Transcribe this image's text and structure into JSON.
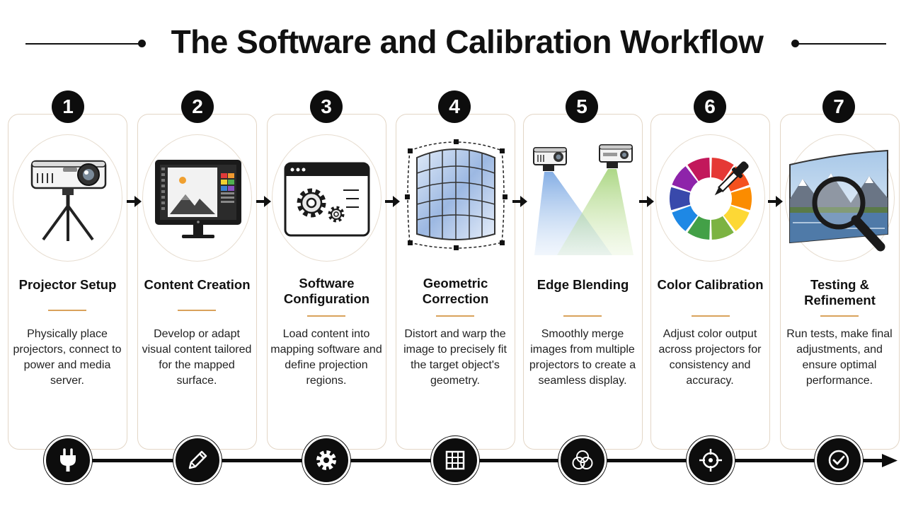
{
  "title": "The Software and Calibration Workflow",
  "steps": [
    {
      "num": "1",
      "title": "Projector Setup",
      "desc": "Physically place projectors, connect to power and media server.",
      "icon": "projector-on-tripod-icon",
      "bottom_icon": "power-plug-icon"
    },
    {
      "num": "2",
      "title": "Content Creation",
      "desc": "Develop or adapt visual content tailored for the mapped surface.",
      "icon": "monitor-editor-icon",
      "bottom_icon": "pencil-icon"
    },
    {
      "num": "3",
      "title": "Software Configuration",
      "desc": "Load content into mapping software and define projection regions.",
      "icon": "software-window-gears-icon",
      "bottom_icon": "gear-icon"
    },
    {
      "num": "4",
      "title": "Geometric Correction",
      "desc": "Distort and warp the image to precisely fit the target object's geometry.",
      "icon": "warp-grid-icon",
      "bottom_icon": "grid-icon"
    },
    {
      "num": "5",
      "title": "Edge Blending",
      "desc": "Smoothly merge images from multiple projectors to create a seamless display.",
      "icon": "overlapping-projectors-icon",
      "bottom_icon": "overlapping-circles-icon"
    },
    {
      "num": "6",
      "title": "Color Calibration",
      "desc": "Adjust color output across projectors for consistency and accuracy.",
      "icon": "color-wheel-eyedropper-icon",
      "bottom_icon": "crosshair-icon"
    },
    {
      "num": "7",
      "title": "Testing & Refinement",
      "desc": "Run tests, make final adjustments, and ensure optimal performance.",
      "icon": "magnifier-landscape-icon",
      "bottom_icon": "checkmark-icon"
    }
  ],
  "colors": {
    "accent_line": "#d9a25b",
    "card_border": "#e3d6c6",
    "dark": "#0d0d0d"
  }
}
